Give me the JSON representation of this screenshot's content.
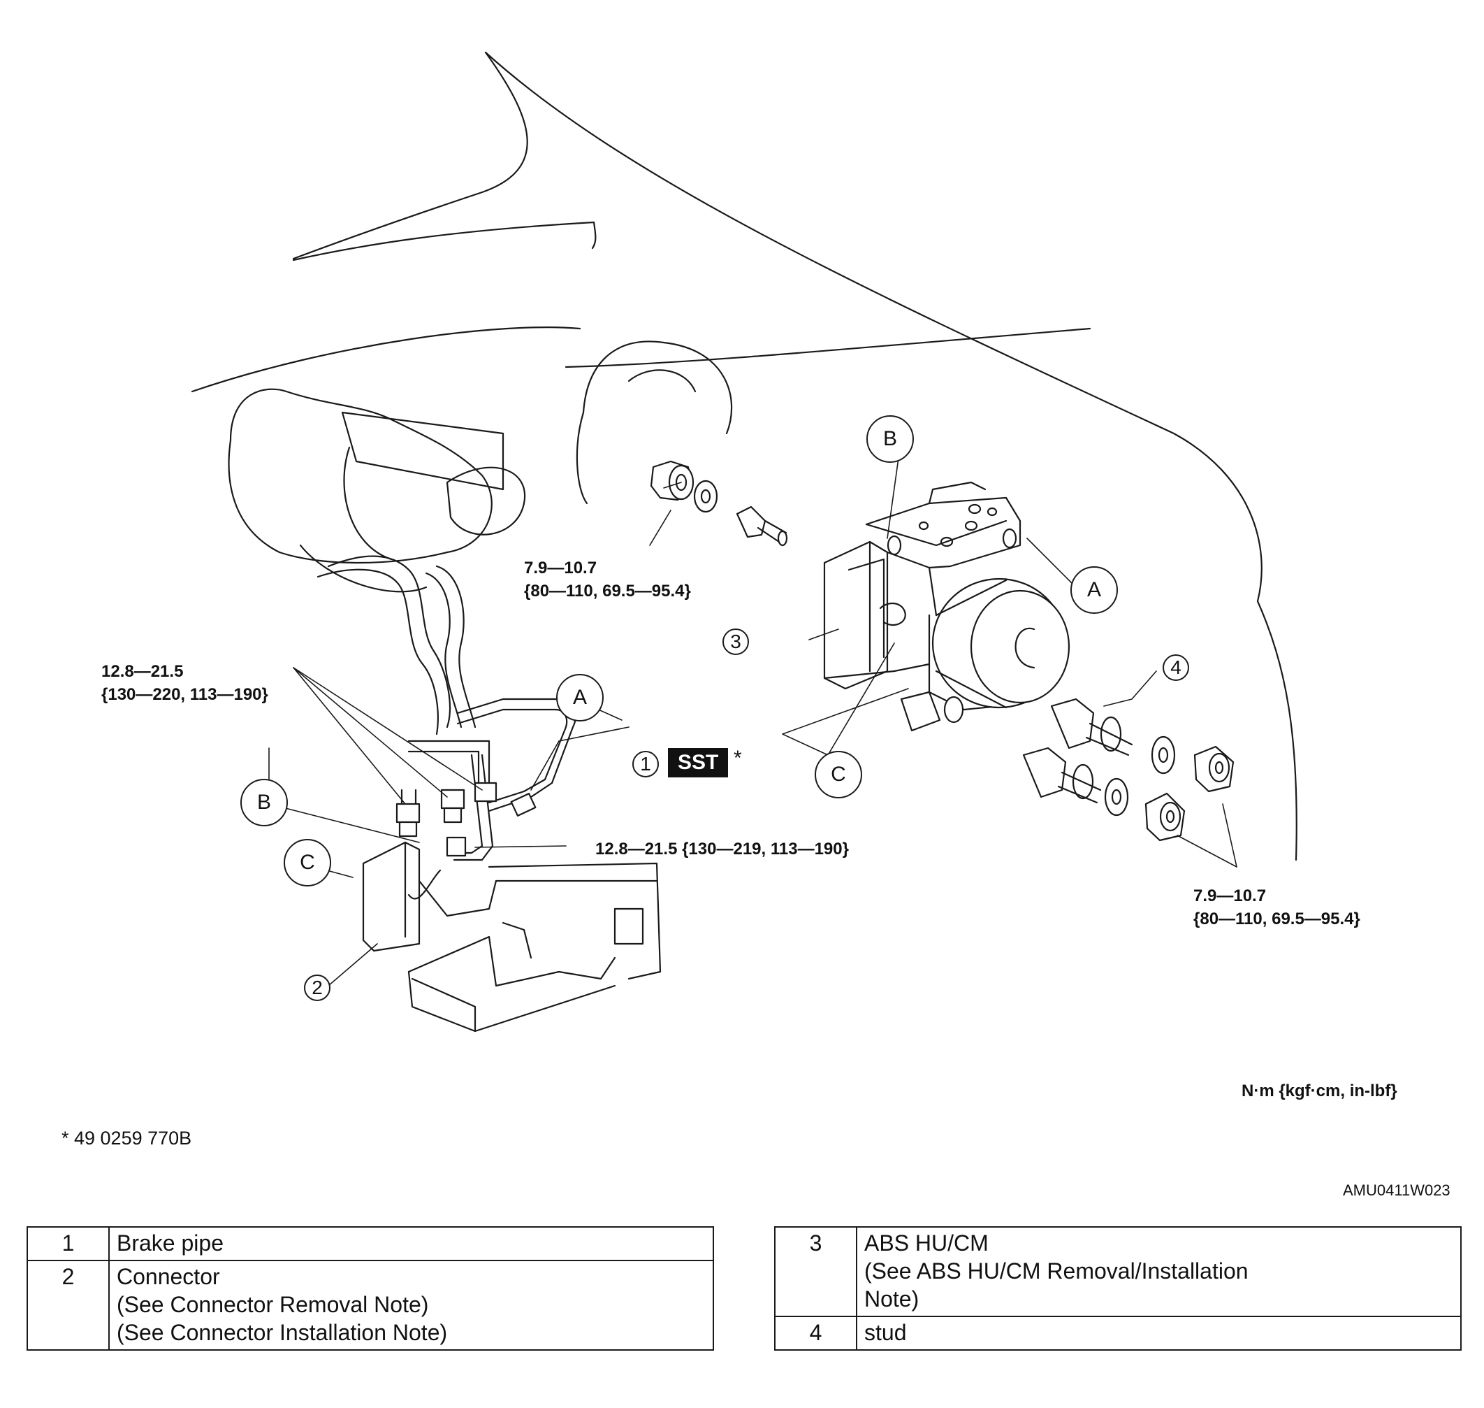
{
  "diagram": {
    "torque_specs": {
      "left_pipe_fittings": {
        "line1": "12.8—21.5",
        "line2": "{130—220, 113—190}"
      },
      "center_pipe_fitting": {
        "line1": "12.8—21.5 {130—219, 113—190}"
      },
      "upper_bracket_nut": {
        "line1": "7.9—10.7",
        "line2": "{80—110, 69.5—95.4}"
      },
      "lower_bracket_nuts": {
        "line1": "7.9—10.7",
        "line2": "{80—110, 69.5—95.4}"
      }
    },
    "callouts": {
      "a": "A",
      "b": "B",
      "c": "C"
    },
    "part_numbers": {
      "n1": "1",
      "n2": "2",
      "n3": "3",
      "n4": "4"
    },
    "sst_label": "SST",
    "sst_asterisk": "*",
    "units_note": "N·m {kgf·cm, in-lbf}",
    "sst_footnote": "* 49 0259 770B",
    "figure_code": "AMU0411W023"
  },
  "parts_table_left": [
    {
      "num": "1",
      "lines": [
        "Brake pipe"
      ]
    },
    {
      "num": "2",
      "lines": [
        "Connector",
        "(See  Connector Removal Note)",
        "(See  Connector Installation Note)"
      ]
    }
  ],
  "parts_table_right": [
    {
      "num": "3",
      "lines": [
        "ABS HU/CM",
        "(See  ABS HU/CM Removal/Installation",
        "Note)"
      ]
    },
    {
      "num": "4",
      "lines": [
        "stud"
      ]
    }
  ]
}
